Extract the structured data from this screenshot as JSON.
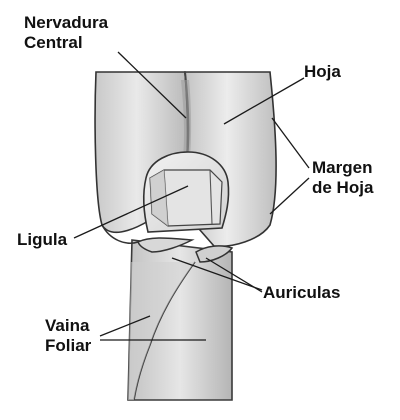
{
  "diagram": {
    "labels": {
      "nervadura": [
        "Nervadura",
        "Central"
      ],
      "hoja": "Hoja",
      "margen": [
        "Margen",
        "de Hoja"
      ],
      "ligula": "Ligula",
      "auriculas": "Auriculas",
      "vaina": [
        "Vaina",
        "Foliar"
      ]
    }
  }
}
